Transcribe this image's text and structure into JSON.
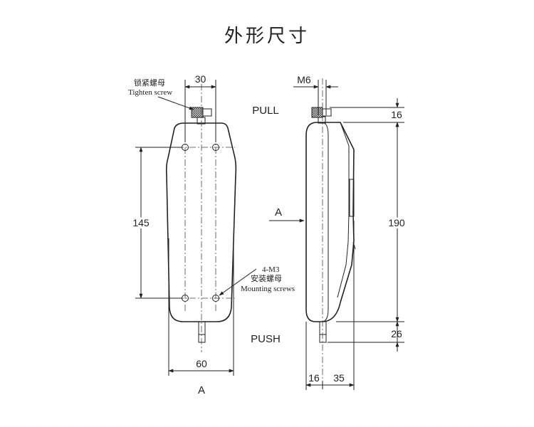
{
  "title": "外形尺寸",
  "labels": {
    "pull": "PULL",
    "push": "PUSH",
    "view_a_bottom": "A",
    "view_a_arrow": "A"
  },
  "callouts": {
    "tighten_cn": "锁紧螺母",
    "tighten_en": "Tighten screw",
    "mount_spec": "4-M3",
    "mount_cn": "安装螺母",
    "mount_en": "Mounting screws"
  },
  "dimensions": {
    "d30": "30",
    "d145": "145",
    "d60": "60",
    "m6": "M6",
    "d16_top": "16",
    "d190": "190",
    "d26": "26",
    "d16_bottom": "16",
    "d35": "35"
  }
}
